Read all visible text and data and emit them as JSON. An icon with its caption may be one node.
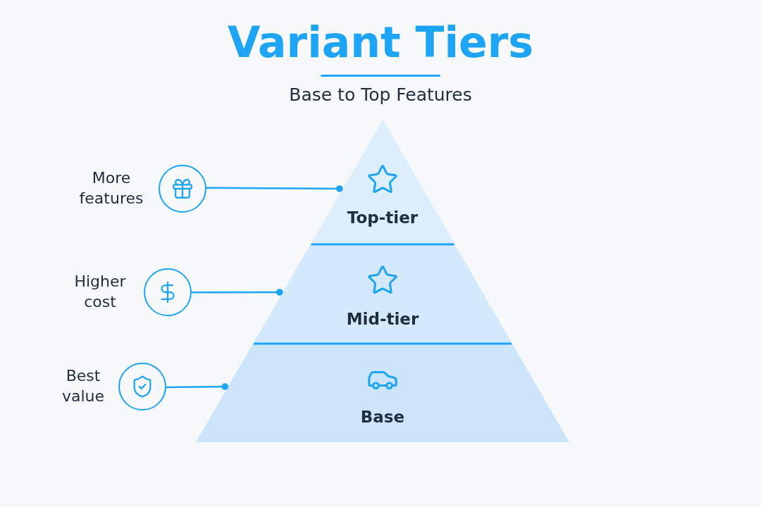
{
  "diagram": {
    "title": "Variant Tiers",
    "nodes": [
      {
        "text": [
          "Top-tier"
        ]
      },
      {
        "text": [
          "Mid-tier"
        ]
      },
      {
        "text": [
          "Base"
        ]
      },
      {
        "text": [],
        "shape": "circle",
        "beside": [
          "More features"
        ]
      },
      {
        "text": [],
        "shape": "circle",
        "beside": [
          "Higher cost"
        ]
      },
      {
        "text": [],
        "shape": "circle",
        "beside": [
          "Best value"
        ]
      }
    ],
    "edges": [
      {
        "from": 3,
        "to": 0,
        "arrow": "other"
      },
      {
        "from": 4,
        "to": 1,
        "arrow": "other"
      },
      {
        "from": 5,
        "to": 2,
        "arrow": "other"
      }
    ],
    "labels": [
      "Base to Top Features"
    ]
  }
}
